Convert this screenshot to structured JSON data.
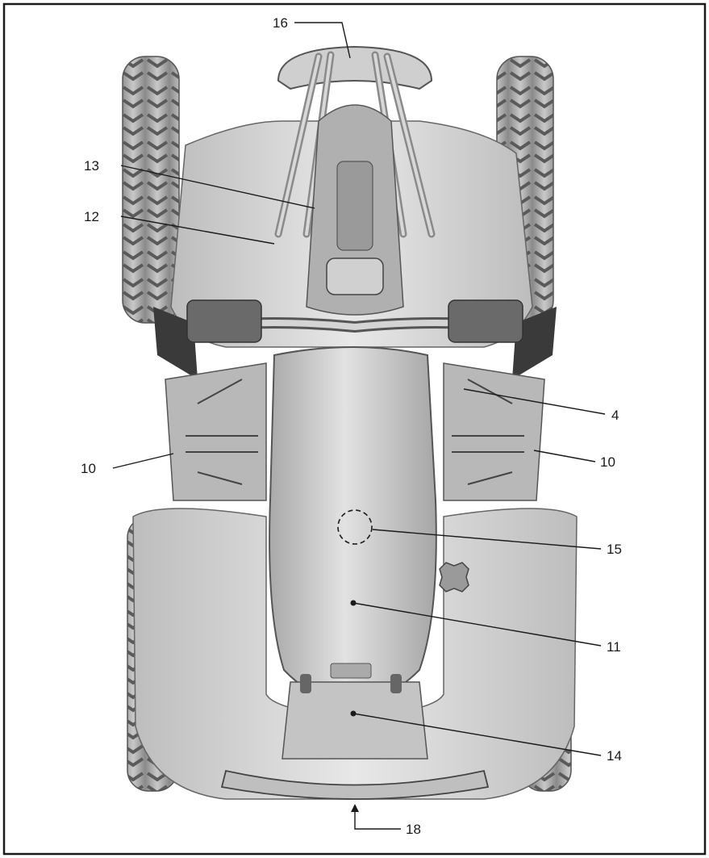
{
  "figure": {
    "subject": "ATV top view",
    "callouts": [
      {
        "id": "c16",
        "label": "16"
      },
      {
        "id": "c13",
        "label": "13"
      },
      {
        "id": "c12",
        "label": "12"
      },
      {
        "id": "c4",
        "label": "4"
      },
      {
        "id": "c10-left",
        "label": "10"
      },
      {
        "id": "c10-right",
        "label": "10"
      },
      {
        "id": "c15",
        "label": "15"
      },
      {
        "id": "c11",
        "label": "11"
      },
      {
        "id": "c14",
        "label": "14"
      },
      {
        "id": "c18",
        "label": "18"
      }
    ]
  }
}
